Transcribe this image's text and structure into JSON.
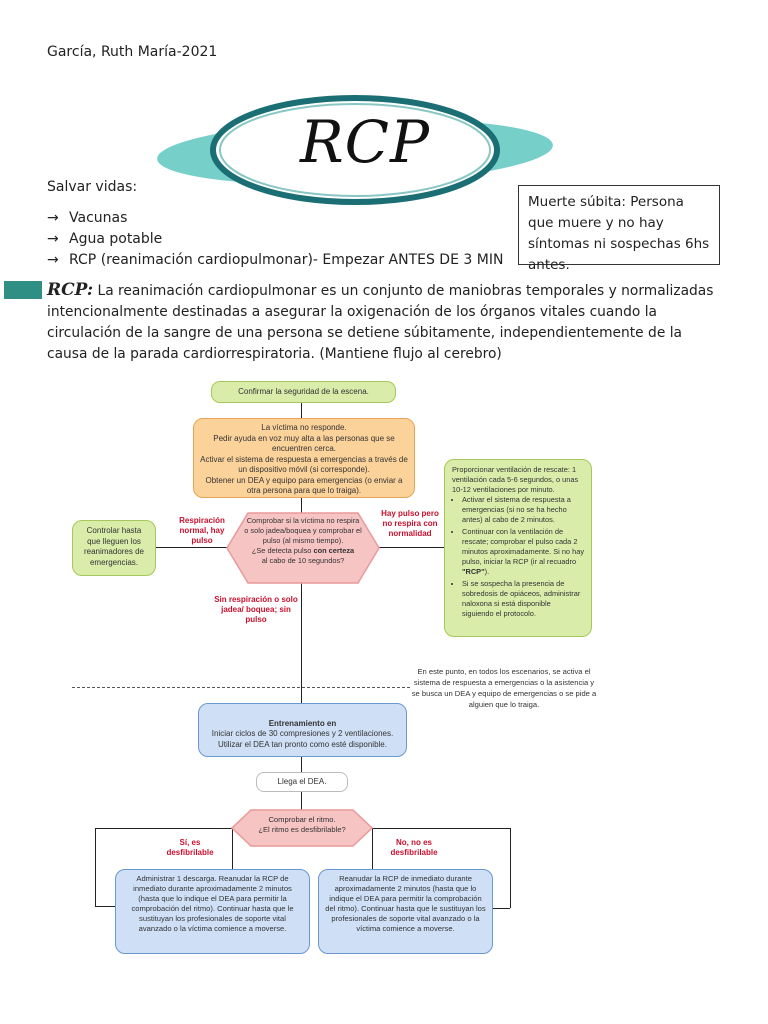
{
  "author": "García, Ruth María-2021",
  "title": "RCP",
  "save_heading": "Salvar vidas:",
  "save_items": [
    "Vacunas",
    "Agua potable",
    "RCP (reanimación cardiopulmonar)- Empezar ANTES DE 3 MIN"
  ],
  "arrow_glyph": "→",
  "death_box": "Muerte súbita: Persona que muere y no hay síntomas ni sospechas 6hs antes.",
  "def_term": "RCP:",
  "def_text": "La reanimación cardiopulmonar es un conjunto de maniobras temporales y normalizadas intencionalmente destinadas a asegurar la oxigenación de los órganos vitales cuando la circulación de la sangre de una persona se detiene súbitamente, independientemente de la causa de la parada cardiorrespiratoria. (Mantiene flujo al cerebro)",
  "flow": {
    "confirm": "Confirmar la seguridad de la escena.",
    "victim": "La víctima no responde.\nPedir ayuda en voz muy alta a las personas que se encuentren cerca.\nActivar el sistema de respuesta a emergencias a través de un dispositivo móvil (si corresponde).\nObtener un DEA y equipo para emergencias (o enviar a otra persona para que lo traiga).",
    "check_a": "Comprobar si la víctima no respira o solo jadea/boquea y comprobar el pulso (al mismo tiempo).",
    "check_b": "¿Se detecta pulso",
    "check_bold": "con certeza",
    "check_c": "al cabo de 10 segundos?",
    "left_label": "Respiración normal, hay pulso",
    "left_box": "Controlar hasta que lleguen los reanimadores de emergencias.",
    "right_label": "Hay pulso pero no respira con normalidad",
    "right_intro": "Proporcionar ventilación de rescate: 1 ventilación cada 5-6 segundos, o unas 10-12 ventilaciones por minuto.",
    "right_b1": "Activar el sistema de respuesta a emergencias (si no se ha hecho antes) al cabo de 2 minutos.",
    "right_b2": "Continuar con la ventilación de rescate; comprobar el pulso cada 2 minutos aproximadamente. Si no hay pulso, iniciar la RCP (ir al recuadro",
    "right_b2_bold": "\"RCP\"",
    "right_b2_end": ").",
    "right_b3": "Si se sospecha la presencia de sobredosis de opiáceos, administrar naloxona si está disponible siguiendo el protocolo.",
    "down_label": "Sin respiración o solo jadea/ boquea; sin pulso",
    "note": "En este punto, en todos los escenarios, se activa el sistema de respuesta a emergencias o la asistencia y se busca un DEA y equipo de emergencias o se pide a alguien que lo traiga.",
    "cpr_title": "Entrenamiento en",
    "cpr_text": "Iniciar ciclos de 30 compresiones y 2 ventilaciones.\nUtilizar el DEA tan pronto como esté disponible.",
    "aed": "Llega el DEA.",
    "rhythm": "Comprobar el ritmo.\n¿El ritmo es desfibrilable?",
    "yes_label": "Sí, es desfibrilable",
    "no_label": "No, no es desfibrilable",
    "shock_box": "Administrar 1 descarga. Reanudar la RCP de inmediato durante aproximadamente 2 minutos (hasta que lo indique el DEA para permitir la comprobación del ritmo). Continuar hasta que le sustituyan los profesionales de soporte vital avanzado o la víctima comience a moverse.",
    "noshock_box": "Reanudar la RCP de inmediato durante aproximadamente 2 minutos (hasta que lo indique el DEA para permitir la comprobación del ritmo). Continuar hasta que le sustituyan los profesionales de soporte vital avanzado o la víctima comience a moverse."
  },
  "colors": {
    "accent_teal": "#2f8f84",
    "ellipse": "#1b6f74",
    "green_box": "#d9ecaa",
    "orange_box": "#fbd29a",
    "blue_box": "#cfe0f6",
    "diamond": "#f7c4c4",
    "red_label": "#c8102e"
  }
}
